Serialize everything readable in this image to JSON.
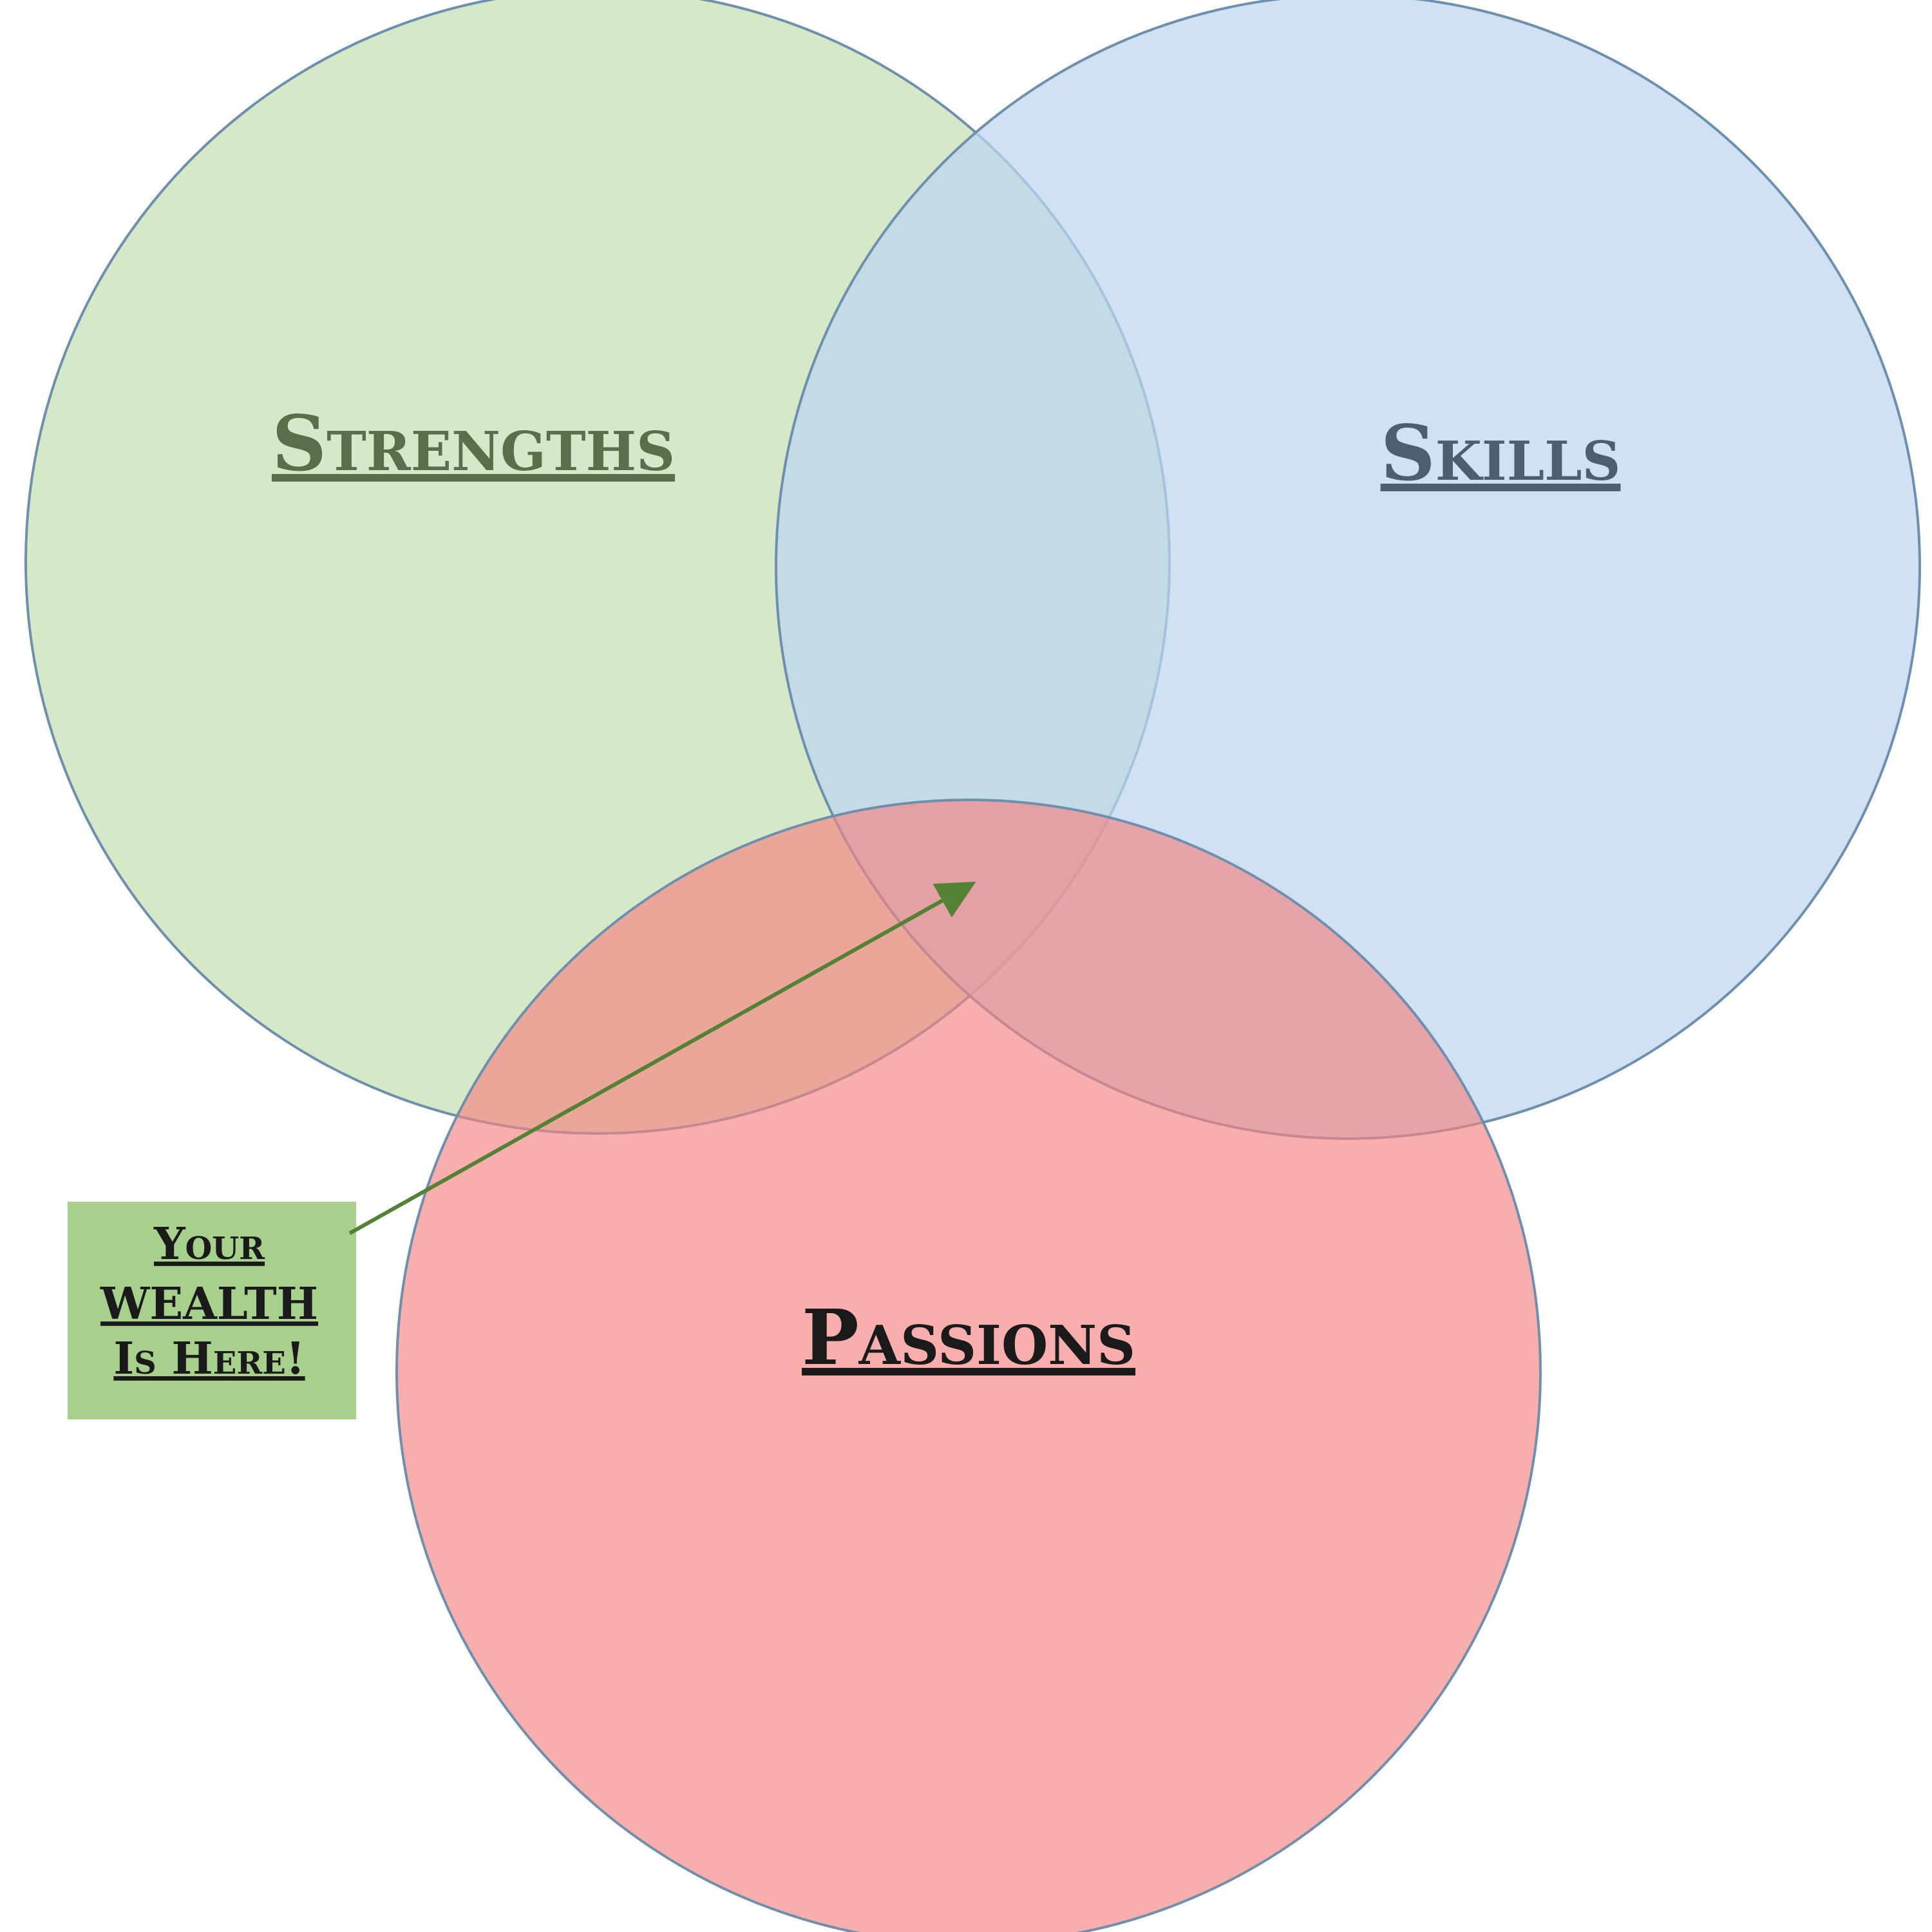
{
  "diagram": {
    "circles": [
      {
        "id": "strengths",
        "label": "Strengths",
        "fill": "#c5e0b3",
        "stroke": "#6f8faf",
        "label_color": "#5a6e4b"
      },
      {
        "id": "skills",
        "label": "Skills",
        "fill": "#bdd6ee",
        "stroke": "#6f8faf",
        "label_color": "#4f5e6e"
      },
      {
        "id": "passions",
        "label": "Passions",
        "fill": "#f4837f",
        "stroke": "#6f8faf",
        "label_color": "#1a1a1a"
      }
    ],
    "callout": {
      "lines": [
        "Your",
        "WEALTH",
        "Is Here!"
      ],
      "fill": "#a8d08d",
      "text_color": "#1a1a1a",
      "arrow_color": "#548235"
    }
  }
}
